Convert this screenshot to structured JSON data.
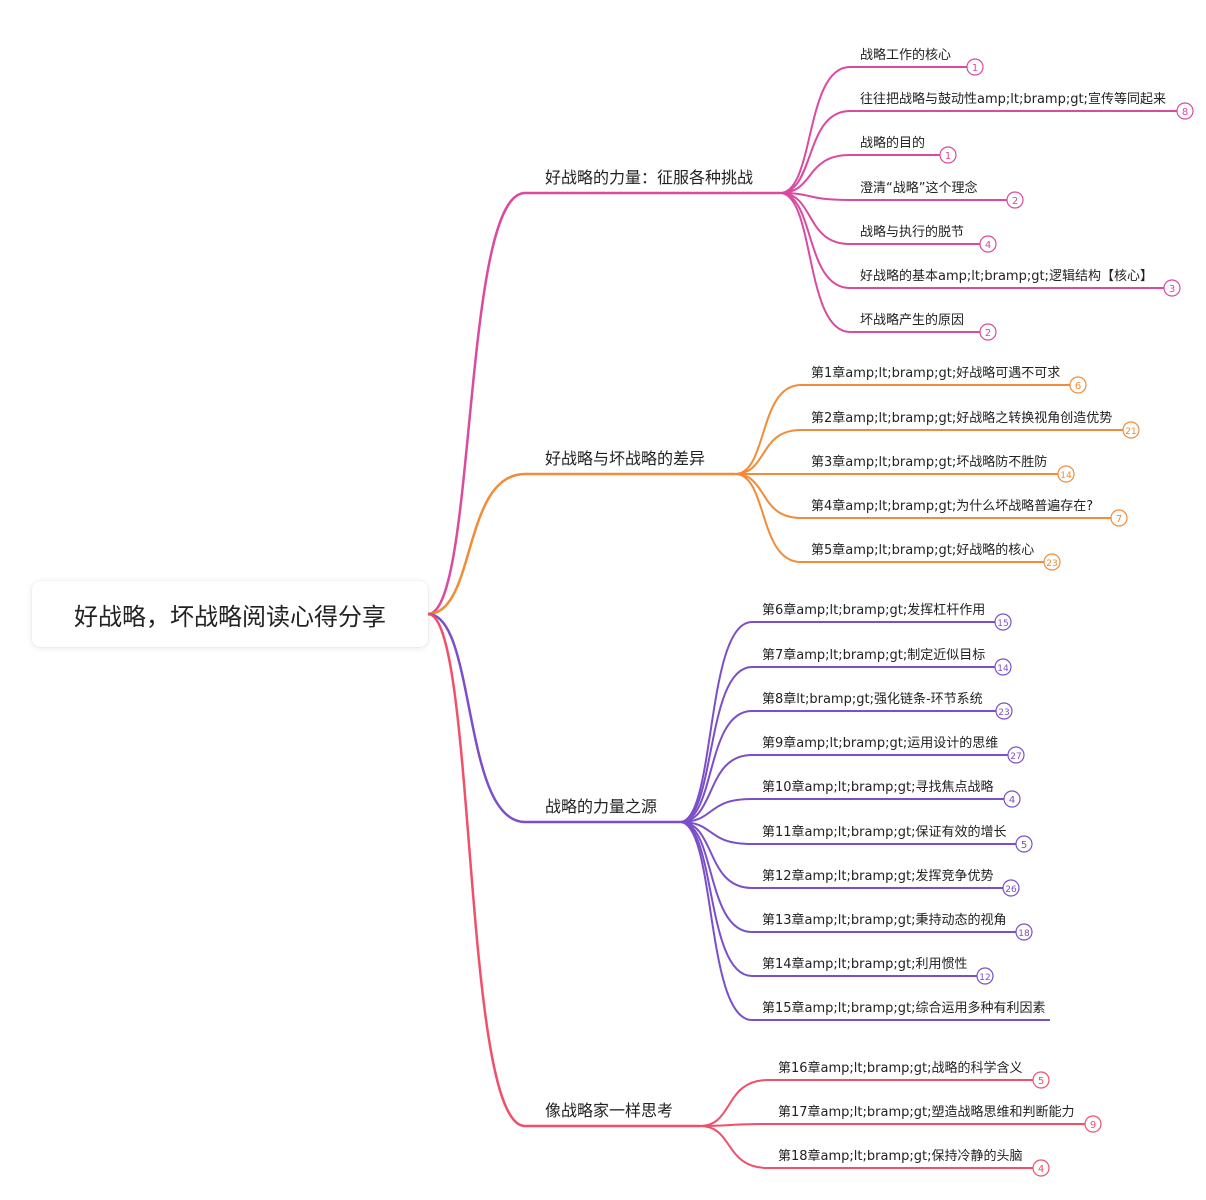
{
  "root": {
    "label": "好战略，坏战略阅读心得分享"
  },
  "branches": [
    {
      "label": "好战略的力量：征服各种挑战",
      "color": "#d94aa0",
      "children": [
        {
          "label": "战略工作的核心",
          "count": "1"
        },
        {
          "label": "往往把战略与鼓动性amp;lt;bramp;gt;宣传等同起来",
          "count": "8"
        },
        {
          "label": "战略的目的",
          "count": "1"
        },
        {
          "label": "澄清“战略”这个理念",
          "count": "2"
        },
        {
          "label": "战略与执行的脱节",
          "count": "4"
        },
        {
          "label": "好战略的基本amp;lt;bramp;gt;逻辑结构【核心】",
          "count": "3"
        },
        {
          "label": "坏战略产生的原因",
          "count": "2"
        }
      ]
    },
    {
      "label": "好战略与坏战略的差异",
      "color": "#f28c38",
      "children": [
        {
          "label": "第1章amp;lt;bramp;gt;好战略可遇不可求",
          "count": "6"
        },
        {
          "label": "第2章amp;lt;bramp;gt;好战略之转换视角创造优势",
          "count": "21"
        },
        {
          "label": "第3章amp;lt;bramp;gt;坏战略防不胜防",
          "count": "14"
        },
        {
          "label": "第4章amp;lt;bramp;gt;为什么坏战略普遍存在?",
          "count": "7"
        },
        {
          "label": "第5章amp;lt;bramp;gt;好战略的核心",
          "count": "23"
        }
      ]
    },
    {
      "label": "战略的力量之源",
      "color": "#7b4fc9",
      "children": [
        {
          "label": "第6章amp;lt;bramp;gt;发挥杠杆作用",
          "count": "15"
        },
        {
          "label": "第7章amp;lt;bramp;gt;制定近似目标",
          "count": "14"
        },
        {
          "label": "第8章lt;bramp;gt;强化链条-环节系统",
          "count": "23"
        },
        {
          "label": "第9章amp;lt;bramp;gt;运用设计的思维",
          "count": "27"
        },
        {
          "label": "第10章amp;lt;bramp;gt;寻找焦点战略",
          "count": "4"
        },
        {
          "label": "第11章amp;lt;bramp;gt;保证有效的增长",
          "count": "5"
        },
        {
          "label": "第12章amp;lt;bramp;gt;发挥竞争优势",
          "count": "26"
        },
        {
          "label": "第13章amp;lt;bramp;gt;秉持动态的视角",
          "count": "18"
        },
        {
          "label": "第14章amp;lt;bramp;gt;利用惯性",
          "count": "12"
        },
        {
          "label": "第15章amp;lt;bramp;gt;综合运用多种有利因素",
          "count": ""
        }
      ]
    },
    {
      "label": "像战略家一样思考",
      "color": "#f0506a",
      "children": [
        {
          "label": "第16章amp;lt;bramp;gt;战略的科学含义",
          "count": "5"
        },
        {
          "label": "第17章amp;lt;bramp;gt;塑造战略思维和判断能力",
          "count": "9"
        },
        {
          "label": "第18章amp;lt;bramp;gt;保持冷静的头脑",
          "count": "4"
        }
      ]
    }
  ]
}
